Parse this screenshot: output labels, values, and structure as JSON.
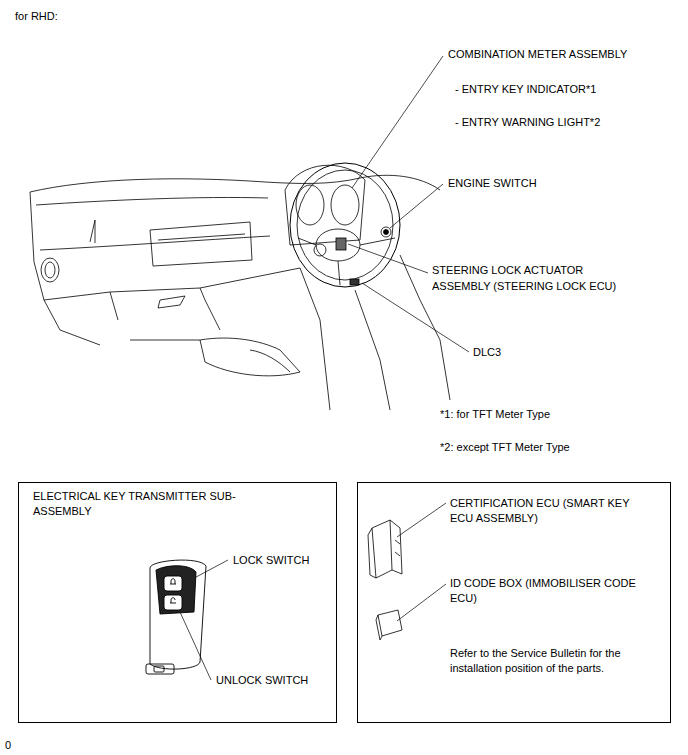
{
  "diagram": {
    "nodes": [
      {
        "text": [
          "ELECTRICAL KEY TRANSMITTER SUB-ASSEMBLY",
          "LOCK SWITCH",
          "UNLOCK SWITCH"
        ]
      },
      {
        "text": [
          "CERTIFICATION ECU (SMART KEY ECU ASSEMBLY)",
          "ID CODE BOX (IMMOBILISER CODE ECU)",
          "Refer to the Service Bulletin for the installation position of the parts."
        ]
      }
    ],
    "labels": [
      "for RHD:",
      "COMBINATION METER ASSEMBLY",
      "- ENTRY KEY INDICATOR*1",
      "- ENTRY WARNING LIGHT*2",
      "ENGINE SWITCH",
      "STEERING LOCK ACTUATOR ASSEMBLY (STEERING LOCK ECU)",
      "DLC3",
      "*1: for TFT Meter Type",
      "*2: except TFT Meter Type",
      "0"
    ]
  }
}
